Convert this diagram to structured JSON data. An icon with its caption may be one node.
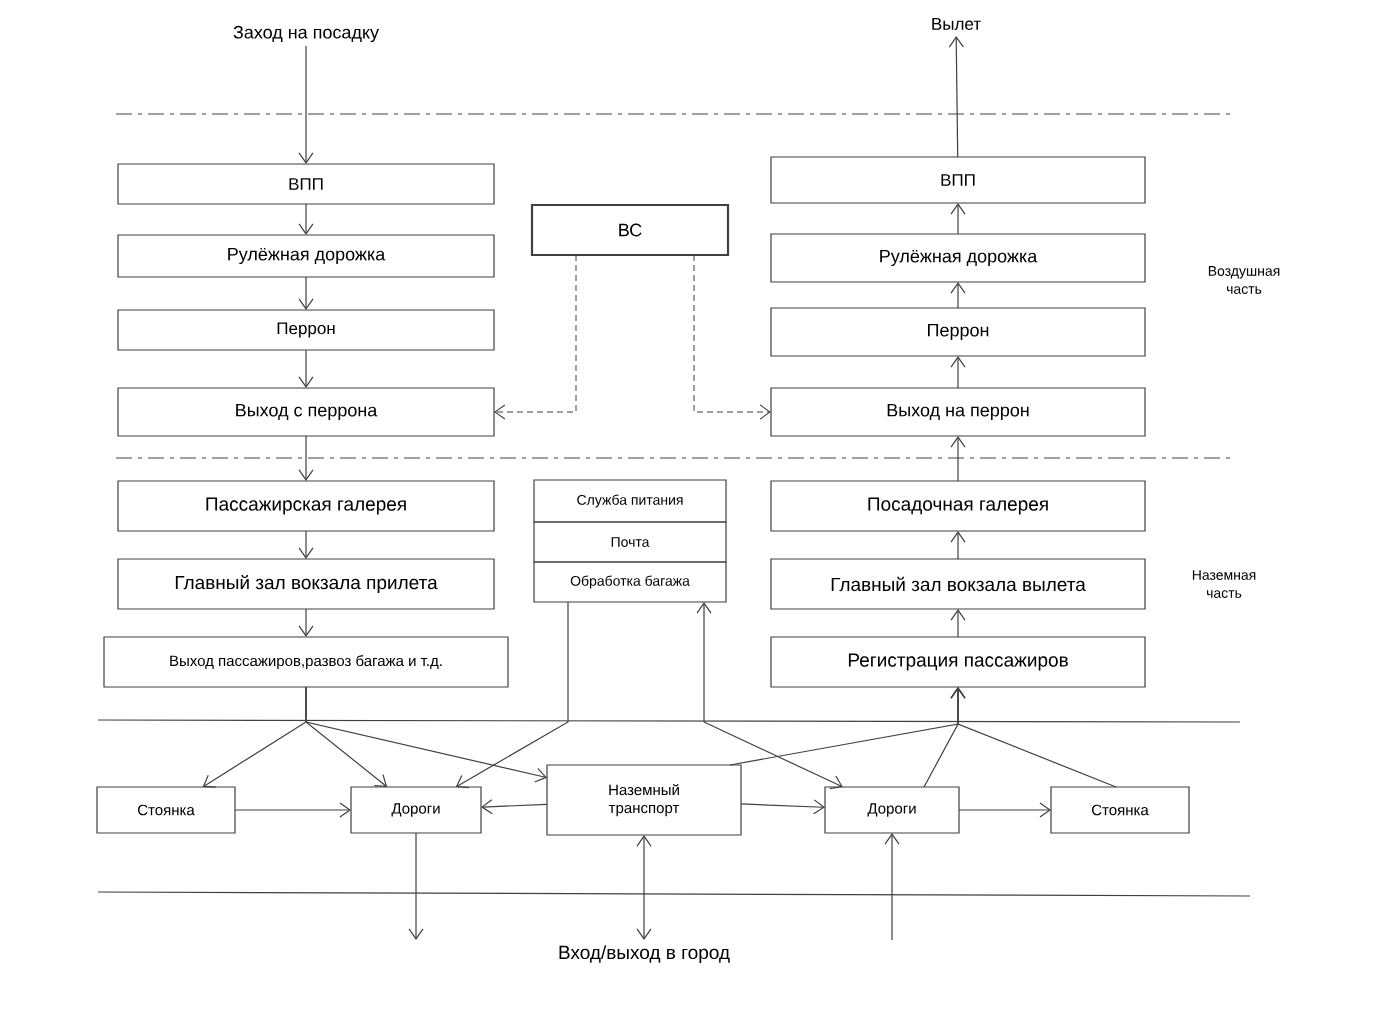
{
  "diagram": {
    "nodes": [
      {
        "text": [
          "Заход на посадку"
        ]
      },
      {
        "text": [
          "ВПП"
        ]
      },
      {
        "text": [
          "Рулёжная дорожка"
        ]
      },
      {
        "text": [
          "Перрон"
        ]
      },
      {
        "text": [
          "Выход с перрона"
        ]
      },
      {
        "text": [
          "ВС"
        ]
      },
      {
        "text": [
          "Вылет"
        ]
      },
      {
        "text": [
          "ВПП"
        ]
      },
      {
        "text": [
          "Рулёжная дорожка"
        ]
      },
      {
        "text": [
          "Перрон"
        ]
      },
      {
        "text": [
          "Выход на перрон"
        ]
      },
      {
        "text": [
          "Пассажирская галерея"
        ]
      },
      {
        "text": [
          "Главный зал вокзала прилета"
        ]
      },
      {
        "text": [
          "Выход пассажиров,развоз багажа и т.д."
        ]
      },
      {
        "text": [
          "Служба питания"
        ]
      },
      {
        "text": [
          "Почта"
        ]
      },
      {
        "text": [
          "Обработка багажа"
        ]
      },
      {
        "text": [
          "Посадочная галерея"
        ]
      },
      {
        "text": [
          "Главный зал вокзала вылета"
        ]
      },
      {
        "text": [
          "Регистрация пассажиров"
        ]
      },
      {
        "text": [
          "Стоянка"
        ]
      },
      {
        "text": [
          "Дороги"
        ]
      },
      {
        "text": [
          "Наземный транспорт"
        ]
      },
      {
        "text": [
          "Дороги"
        ]
      },
      {
        "text": [
          "Стоянка"
        ]
      },
      {
        "text": [
          "Вход/выход в город"
        ]
      }
    ],
    "edges": [
      {
        "from": 0,
        "to": 1,
        "arrow": "to"
      },
      {
        "from": 1,
        "to": 2,
        "arrow": "to"
      },
      {
        "from": 2,
        "to": 3,
        "arrow": "to"
      },
      {
        "from": 3,
        "to": 4,
        "arrow": "to"
      },
      {
        "from": 4,
        "to": 11,
        "arrow": "to"
      },
      {
        "from": 11,
        "to": 12,
        "arrow": "to"
      },
      {
        "from": 12,
        "to": 13,
        "arrow": "to"
      },
      {
        "from": 5,
        "to": 4,
        "arrow": "to",
        "style": "dashed"
      },
      {
        "from": 5,
        "to": 10,
        "arrow": "to",
        "style": "dashed"
      },
      {
        "from": 19,
        "to": 18,
        "arrow": "to"
      },
      {
        "from": 18,
        "to": 17,
        "arrow": "to"
      },
      {
        "from": 17,
        "to": 10,
        "arrow": "to"
      },
      {
        "from": 10,
        "to": 9,
        "arrow": "to"
      },
      {
        "from": 9,
        "to": 8,
        "arrow": "to"
      },
      {
        "from": 8,
        "to": 7,
        "arrow": "to"
      },
      {
        "from": 7,
        "to": 6,
        "arrow": "to"
      },
      {
        "from": 13,
        "to": 20,
        "arrow": "to"
      },
      {
        "from": 13,
        "to": 21,
        "arrow": "to"
      },
      {
        "from": 13,
        "to": 22,
        "arrow": "to"
      },
      {
        "from": 16,
        "to": 21,
        "arrow": "to"
      },
      {
        "from": null,
        "to": 16,
        "arrow": "to"
      },
      {
        "from": null,
        "to": 23,
        "arrow": "to"
      },
      {
        "from": 20,
        "to": 21,
        "arrow": "to"
      },
      {
        "from": 22,
        "to": 21,
        "arrow": "to"
      },
      {
        "from": 22,
        "to": 23,
        "arrow": "to"
      },
      {
        "from": 23,
        "to": 24,
        "arrow": "to"
      },
      {
        "from": 22,
        "to": 19,
        "arrow": "to"
      },
      {
        "from": 23,
        "to": 19,
        "arrow": "to"
      },
      {
        "from": 24,
        "to": 19,
        "arrow": "to"
      },
      {
        "from": 21,
        "to": null,
        "arrow": "to"
      },
      {
        "from": 22,
        "to": 25,
        "arrow": "both"
      },
      {
        "from": null,
        "to": 23,
        "arrow": "to"
      }
    ],
    "labels": [
      "Воздушная часть",
      "Наземная часть"
    ]
  }
}
